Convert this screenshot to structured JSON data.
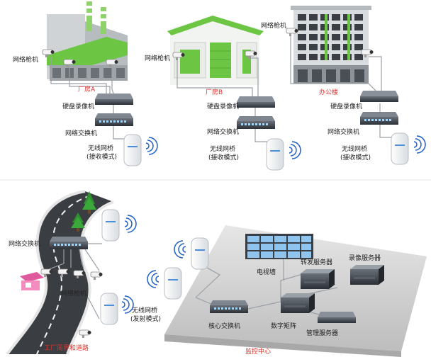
{
  "top": {
    "factory_a": {
      "name": "厂房A",
      "camera_label": "网络枪机",
      "dvr_label": "硬盘录像机",
      "switch_label": "网络交换机",
      "bridge_label_1": "无线网桥",
      "bridge_label_2": "(接收模式)"
    },
    "factory_b": {
      "name": "厂房B",
      "camera_label": "网络枪机",
      "dvr_label": "硬盘录像机",
      "switch_label": "网络交换机",
      "bridge_label_1": "无线网桥",
      "bridge_label_2": "(接收模式)"
    },
    "office": {
      "name": "办公楼",
      "camera_label": "网络枪机",
      "dvr_label": "硬盘录像机",
      "switch_label": "网络交换机",
      "bridge_label_1": "无线网桥",
      "bridge_label_2": "(接收模式)"
    }
  },
  "bottom": {
    "perimeter": {
      "switch_label": "网络交换机",
      "camera_label": "网络枪机",
      "bridge_label_1": "无线网桥",
      "bridge_label_2": "(发射模式)",
      "caption": "工厂周界和道路"
    },
    "control": {
      "tv_wall_label": "电视墙",
      "forward_server_label": "转发服务器",
      "record_server_label": "录像服务器",
      "core_switch_label": "核心交换机",
      "matrix_label": "数字矩阵",
      "mgmt_server_label": "管理服务器",
      "caption": "监控中心"
    }
  },
  "colors": {
    "accent_red": "#e0322c",
    "building_green": "#6cc644",
    "device_dark": "#3b4048",
    "cable": "#9aa0a6",
    "signal_blue": "#1f5fc7"
  }
}
